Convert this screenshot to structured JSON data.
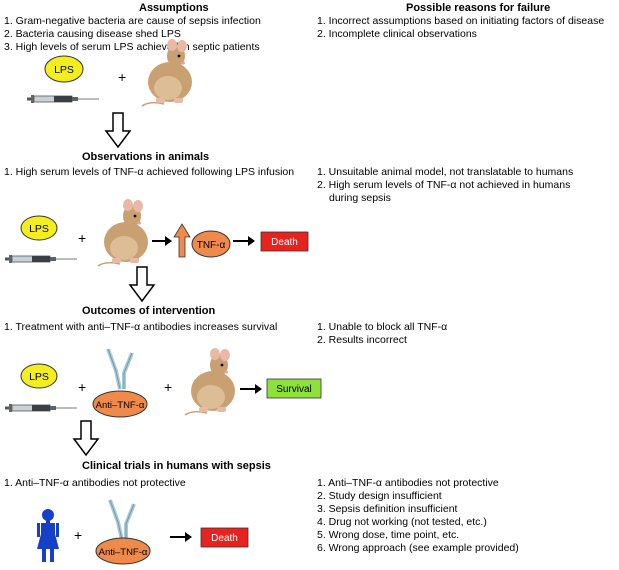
{
  "headers": {
    "assumptions": "Assumptions",
    "failure": "Possible reasons for failure"
  },
  "assumptions": {
    "items": [
      "1. Gram-negative bacteria are cause of sepsis infection",
      "2. Bacteria causing disease shed LPS",
      "3. High levels of serum LPS achieved in septic patients"
    ],
    "failure": [
      "1. Incorrect assumptions based on initiating factors of disease",
      "2. Incomplete clinical observations"
    ]
  },
  "animals": {
    "title": "Observations in animals",
    "items": [
      "1. High serum levels of TNF-α achieved following LPS infusion"
    ],
    "failure": [
      "1. Unsuitable animal model, not translatable to humans",
      "2. High serum levels of TNF-α not achieved in humans",
      "during sepsis"
    ]
  },
  "intervention": {
    "title": "Outcomes of intervention",
    "items": [
      "1. Treatment with anti–TNF-α antibodies increases survival"
    ],
    "failure": [
      "1. Unable to block all TNF-α",
      "2. Results incorrect"
    ]
  },
  "trials": {
    "title": "Clinical trials in humans with sepsis",
    "items": [
      "1. Anti–TNF-α antibodies not protective"
    ],
    "failure": [
      "1. Anti–TNF-α antibodies not protective",
      "2. Study design insufficient",
      "3. Sepsis definition insufficient",
      "4. Drug not working (not tested, etc.)",
      "5. Wrong dose, time point, etc.",
      "6. Wrong approach (see example provided)"
    ]
  },
  "labels": {
    "lps": "LPS",
    "plus": "+",
    "tnf": "TNF-α",
    "death": "Death",
    "survival": "Survival",
    "anti_tnf": "Anti–TNF-α"
  },
  "colors": {
    "lps_fill": "#f2ee1f",
    "tnf_fill": "#f08a4b",
    "death_fill": "#e8231f",
    "death_text": "#ffffff",
    "survival_fill": "#8ee03a",
    "up_arrow": "#f08a4b",
    "human": "#1740c8"
  },
  "icons": [
    "syringe-icon",
    "mouse-icon",
    "antibody-icon",
    "human-icon",
    "down-arrow-icon",
    "right-arrow-icon",
    "up-arrow-icon"
  ]
}
